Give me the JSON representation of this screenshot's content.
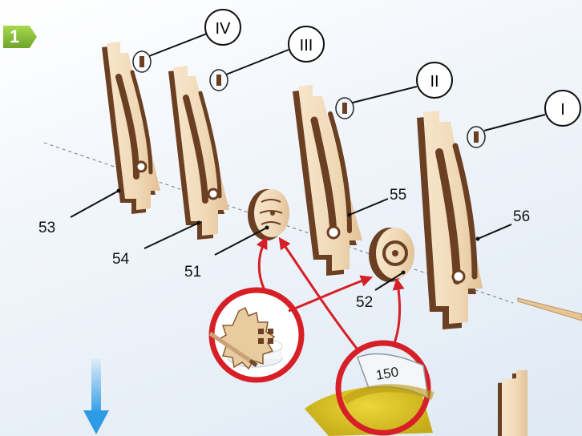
{
  "step": "1",
  "callouts": {
    "c_iv": "IV",
    "c_iii": "III",
    "c_ii": "II",
    "c_i": "I"
  },
  "labels": {
    "part_53": "53",
    "part_54": "54",
    "part_51": "51",
    "part_55": "55",
    "part_52": "52",
    "part_56": "56"
  },
  "sandpaper_grit": "150",
  "colors": {
    "wood_face": "#f1dcbd",
    "wood_edge": "#6b3f22",
    "arrow_red": "#d61f26",
    "step_green": "#7cb832",
    "down_arrow": "#3ba5e8"
  },
  "icons": {
    "glue": "glue-pot-icon",
    "sandpaper": "sandpaper-icon",
    "direction": "down-arrow-icon"
  }
}
